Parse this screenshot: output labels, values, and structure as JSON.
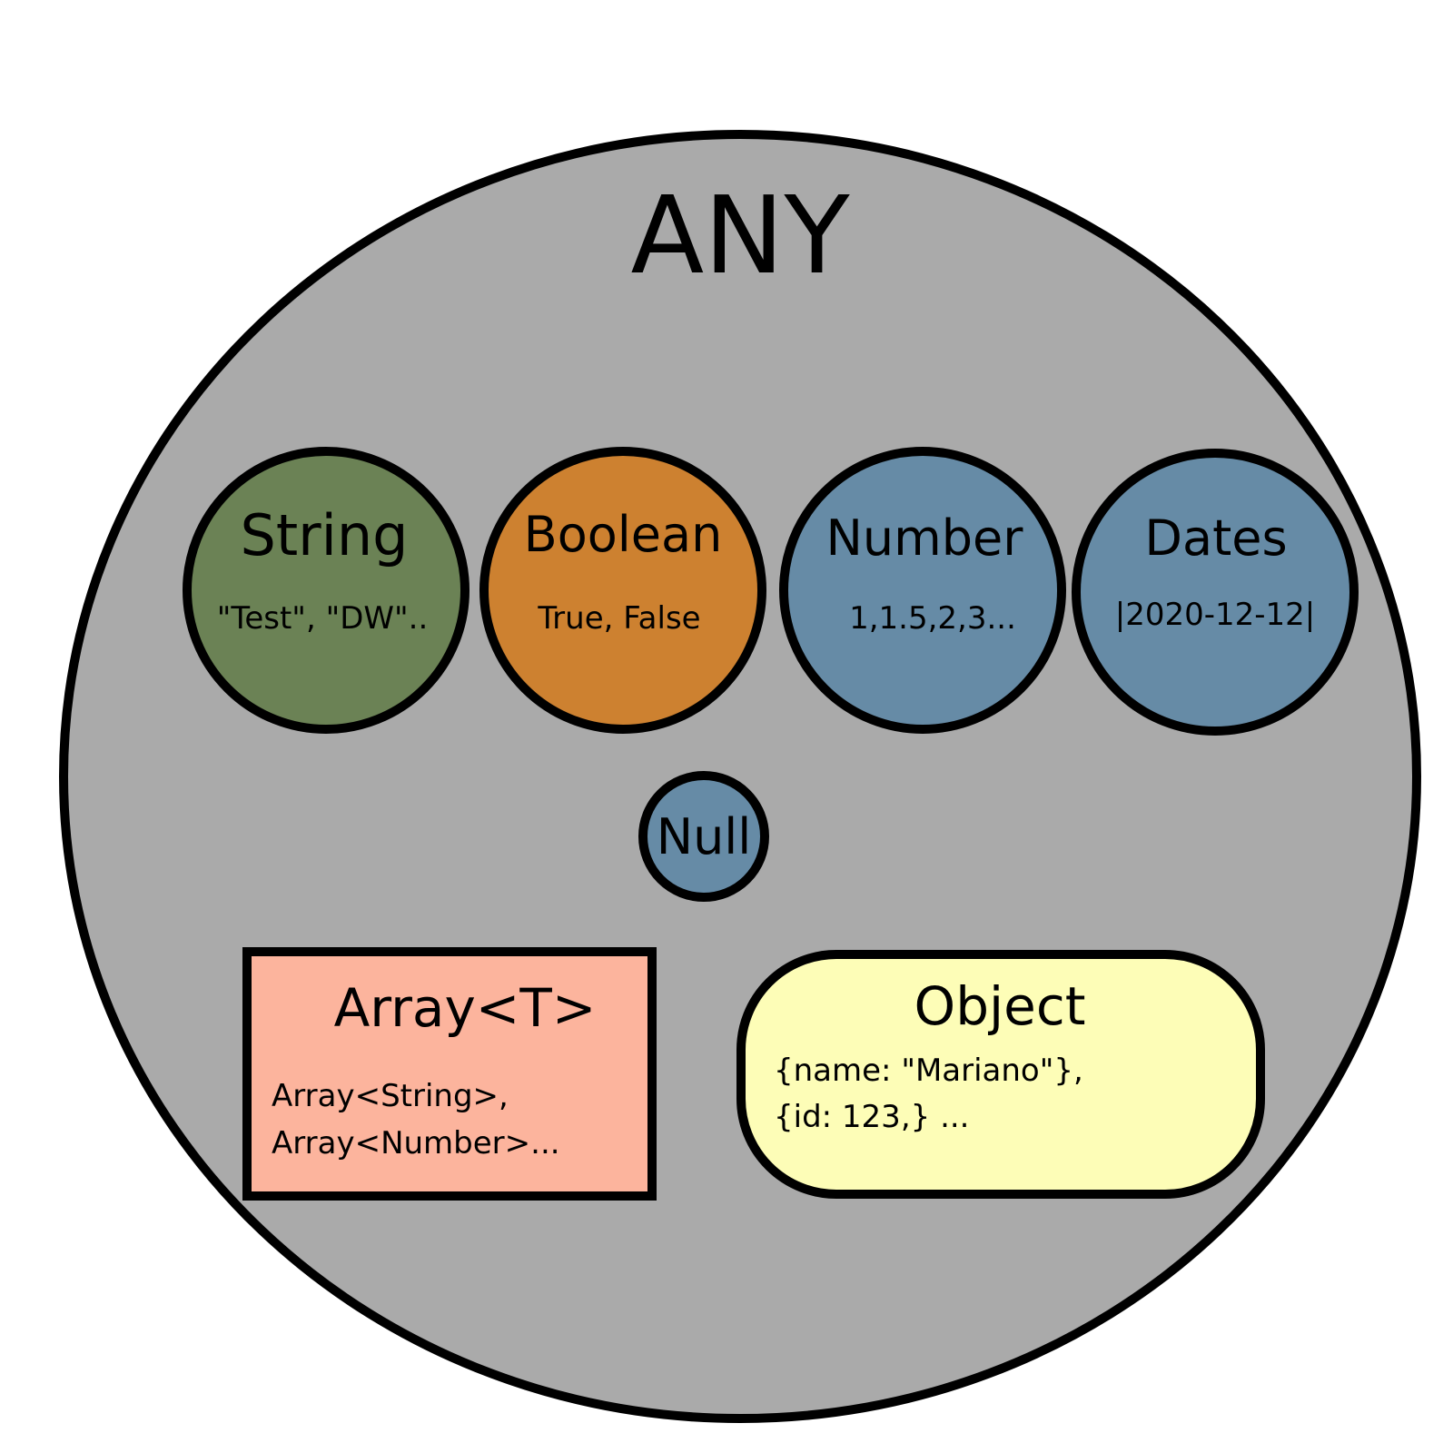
{
  "colors": {
    "any_fill": "#aaaaaa",
    "string_fill": "#6b8255",
    "boolean_fill": "#cd8130",
    "blue_fill": "#668ba6",
    "array_fill": "#fcb49d",
    "object_fill": "#fdfdb7",
    "stroke": "#000000"
  },
  "any": {
    "label": "ANY"
  },
  "types": {
    "string": {
      "label": "String",
      "example": "\"Test\", \"DW\".."
    },
    "boolean": {
      "label": "Boolean",
      "example": "True, False"
    },
    "number": {
      "label": "Number",
      "example": "1,1.5,2,3..."
    },
    "dates": {
      "label": "Dates",
      "example": "|2020-12-12|"
    },
    "null": {
      "label": "Null"
    }
  },
  "array": {
    "label": "Array<T>",
    "lines": [
      "Array<String>,",
      "Array<Number>..."
    ]
  },
  "object": {
    "label": "Object",
    "lines": [
      "{name: \"Mariano\"},",
      "{id: 123,} ..."
    ]
  }
}
